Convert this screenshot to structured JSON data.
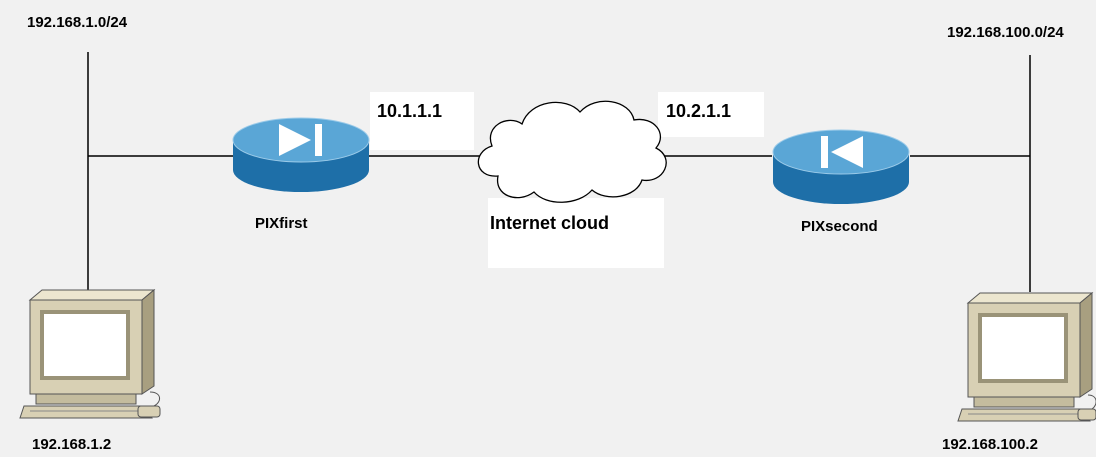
{
  "colors": {
    "background": "#f1f1f1",
    "line": "#000000",
    "router_top": "#5aa6d6",
    "router_side": "#1e6fa8",
    "computer_beige": "#d8d0b4",
    "screen": "#ffffff"
  },
  "networks": {
    "left_subnet": "192.168.1.0/24",
    "right_subnet": "192.168.100.0/24"
  },
  "devices": {
    "pix_first": {
      "label": "PIXfirst",
      "icon": "pix-firewall-icon"
    },
    "pix_second": {
      "label": "PIXsecond",
      "icon": "pix-firewall-icon"
    },
    "cloud": {
      "label": "Internet cloud",
      "icon": "cloud-icon"
    },
    "left_host": {
      "label": "192.168.1.2",
      "icon": "computer-icon"
    },
    "right_host": {
      "label": "192.168.100.2",
      "icon": "computer-icon"
    }
  },
  "interfaces": {
    "pix_first_outside": "10.1.1.1",
    "pix_second_outside": "10.2.1.1"
  }
}
